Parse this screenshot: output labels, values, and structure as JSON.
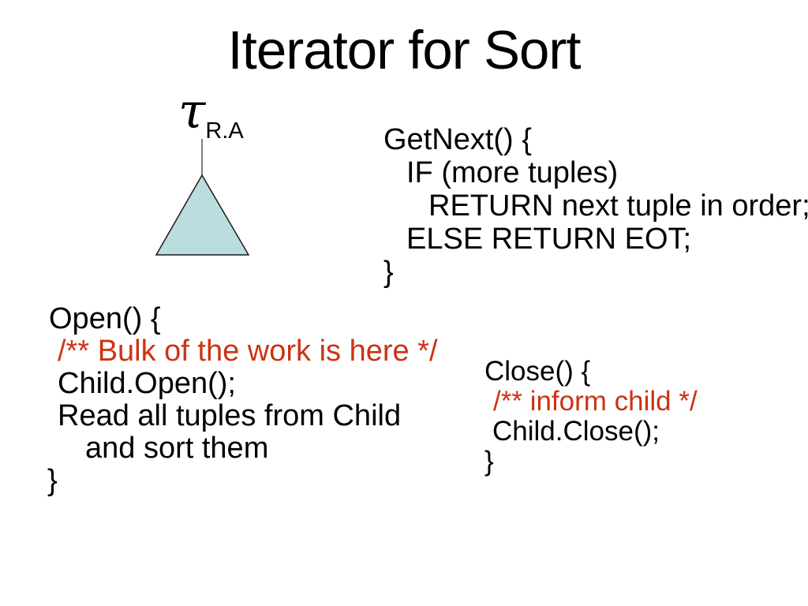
{
  "title": "Iterator for Sort",
  "operator": {
    "symbol": "τ",
    "subscript": "R.A"
  },
  "colors": {
    "background": "#ffffff",
    "text": "#000000",
    "comment": "#cc3311",
    "triangle_fill": "#bcdde0",
    "triangle_stroke": "#1a1a1a",
    "edge_stroke": "#555555"
  },
  "getnext": {
    "lines": [
      {
        "text": "GetNext() {"
      },
      {
        "text": "IF (more tuples)"
      },
      {
        "text": "RETURN next tuple in order;"
      },
      {
        "text": "ELSE RETURN EOT;"
      },
      {
        "text": "}"
      }
    ]
  },
  "open": {
    "lines": [
      {
        "text": "Open() {"
      },
      {
        "text": "/** Bulk of the work is here */",
        "comment": true
      },
      {
        "text": "Child.Open();"
      },
      {
        "text": "Read all tuples from Child"
      },
      {
        "text": "and sort them"
      },
      {
        "text": "}"
      }
    ]
  },
  "close": {
    "lines": [
      {
        "text": "Close() {"
      },
      {
        "text": "/** inform child */",
        "comment": true
      },
      {
        "text": "Child.Close();"
      },
      {
        "text": "}"
      }
    ]
  }
}
